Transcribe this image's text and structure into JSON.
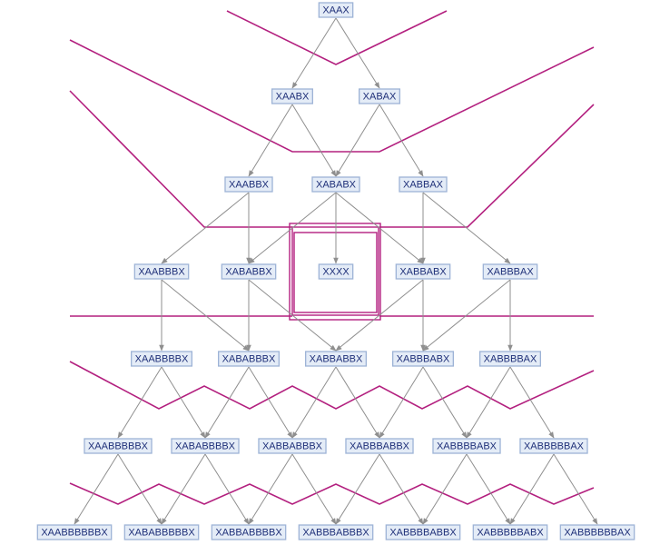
{
  "diagram": {
    "type": "multiway-system",
    "arrow_color": "#8f8f8f",
    "node_fill": "#e4ecf7",
    "node_border": "#9db3d6",
    "node_text_color": "#1e2f78",
    "foliation_color": "#b3207f",
    "levels": [
      [
        "XAAX"
      ],
      [
        "XAABX",
        "XABAX"
      ],
      [
        "XAABBX",
        "XABABX",
        "XABBAX"
      ],
      [
        "XAABBBX",
        "XABABBX",
        "XXXX",
        "XABBABX",
        "XABBBAX"
      ],
      [
        "XAABBBBX",
        "XABABBBX",
        "XABBABBX",
        "XABBBABX",
        "XABBBBAX"
      ],
      [
        "XAABBBBBX",
        "XABABBBBX",
        "XABBABBBX",
        "XABBBABBX",
        "XABBBBABX",
        "XABBBBBAX"
      ],
      [
        "XAABBBBBBX",
        "XABABBBBBX",
        "XABBABBBBX",
        "XABBBABBBX",
        "XABBBBABBX",
        "XABBBBBABX",
        "XABBBBBBAX"
      ]
    ],
    "edges": [
      [
        "XAAX",
        "XAABX"
      ],
      [
        "XAAX",
        "XABAX"
      ],
      [
        "XAABX",
        "XAABBX"
      ],
      [
        "XAABX",
        "XABABX"
      ],
      [
        "XABAX",
        "XABABX"
      ],
      [
        "XABAX",
        "XABBAX"
      ],
      [
        "XAABBX",
        "XAABBBX"
      ],
      [
        "XAABBX",
        "XABABBX"
      ],
      [
        "XABABX",
        "XABABBX"
      ],
      [
        "XABABX",
        "XXXX"
      ],
      [
        "XABABX",
        "XABBABX"
      ],
      [
        "XABBAX",
        "XABBABX"
      ],
      [
        "XABBAX",
        "XABBBAX"
      ],
      [
        "XAABBBX",
        "XAABBBBX"
      ],
      [
        "XAABBBX",
        "XABABBBX"
      ],
      [
        "XABABBX",
        "XABABBBX"
      ],
      [
        "XABABBX",
        "XABBABBX"
      ],
      [
        "XABBABX",
        "XABBABBX"
      ],
      [
        "XABBABX",
        "XABBBABX"
      ],
      [
        "XABBBAX",
        "XABBBABX"
      ],
      [
        "XABBBAX",
        "XABBBBAX"
      ],
      [
        "XAABBBBX",
        "XAABBBBBX"
      ],
      [
        "XAABBBBX",
        "XABABBBBX"
      ],
      [
        "XABABBBX",
        "XABABBBBX"
      ],
      [
        "XABABBBX",
        "XABBABBBX"
      ],
      [
        "XABBABBX",
        "XABBABBBX"
      ],
      [
        "XABBABBX",
        "XABBBABBX"
      ],
      [
        "XABBBABX",
        "XABBBABBX"
      ],
      [
        "XABBBABX",
        "XABBBBABX"
      ],
      [
        "XABBBBAX",
        "XABBBBABX"
      ],
      [
        "XABBBBAX",
        "XABBBBBAX"
      ],
      [
        "XAABBBBBX",
        "XAABBBBBBX"
      ],
      [
        "XAABBBBBX",
        "XABABBBBBX"
      ],
      [
        "XABABBBBX",
        "XABABBBBBX"
      ],
      [
        "XABABBBBX",
        "XABBABBBBX"
      ],
      [
        "XABBABBBX",
        "XABBABBBBX"
      ],
      [
        "XABBABBBX",
        "XABBBABBBX"
      ],
      [
        "XABBBABBX",
        "XABBBABBBX"
      ],
      [
        "XABBBABBX",
        "XABBBBABBX"
      ],
      [
        "XABBBBABX",
        "XABBBBABBX"
      ],
      [
        "XABBBBABX",
        "XABBBBBABX"
      ],
      [
        "XABBBBBAX",
        "XABBBBBABX"
      ],
      [
        "XABBBBBAX",
        "XABBBBBBAX"
      ]
    ],
    "highlighted_node": "XXXX"
  }
}
